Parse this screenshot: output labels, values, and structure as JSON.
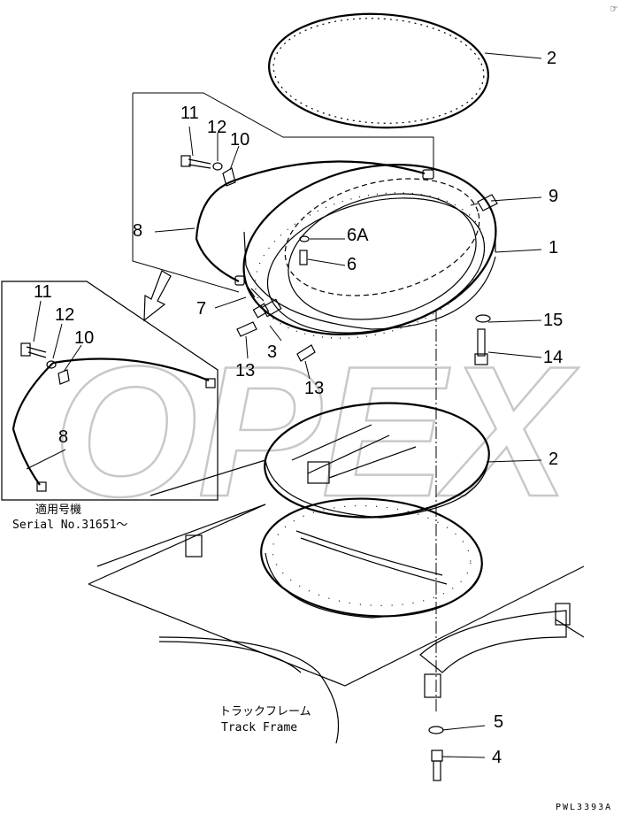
{
  "corner_mark": "☞",
  "watermark": "OPEX",
  "drawing_code": "PWL3393A",
  "inset_note": {
    "jp": "適用号機",
    "serial": "Serial No.31651～"
  },
  "track_frame": {
    "jp": "トラックフレーム",
    "en": "Track Frame"
  },
  "callouts": {
    "c2_top": "2",
    "c11": "11",
    "c12": "12",
    "c10": "10",
    "c9": "9",
    "c8": "8",
    "c6a": "6A",
    "c1": "1",
    "c6": "6",
    "c7": "7",
    "c15": "15",
    "c3": "3",
    "c14": "14",
    "c13a": "13",
    "c13b": "13",
    "c2_bot": "2",
    "c5": "5",
    "c4": "4",
    "i11": "11",
    "i12": "12",
    "i10": "10",
    "i8": "8"
  }
}
